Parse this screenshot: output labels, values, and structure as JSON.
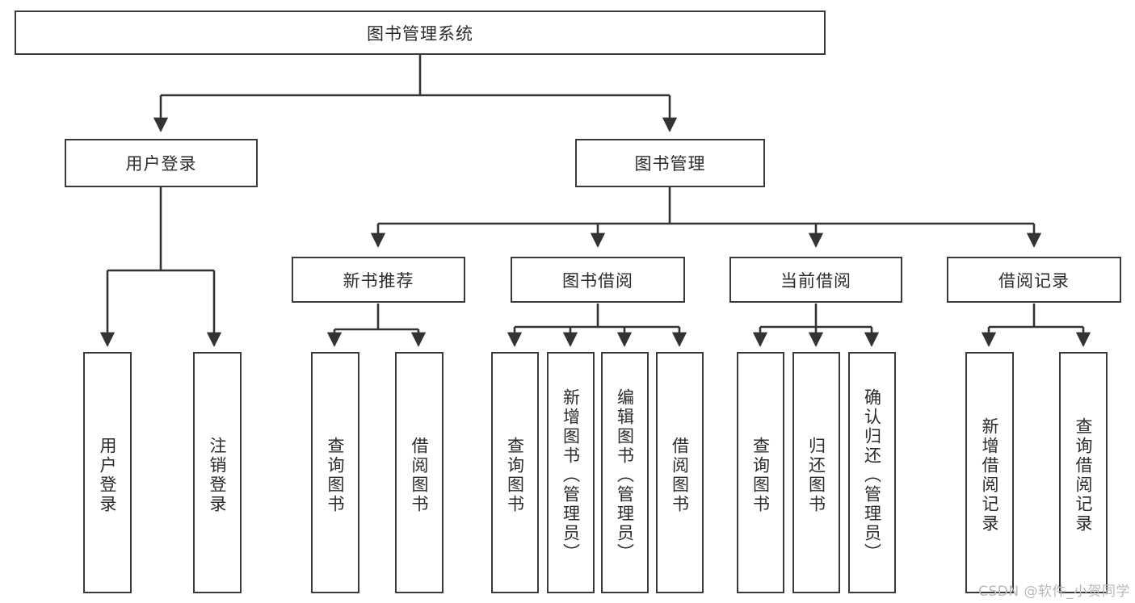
{
  "diagram": {
    "type": "tree-flowchart",
    "root": {
      "label": "图书管理系统"
    },
    "level1": [
      {
        "label": "用户登录"
      },
      {
        "label": "图书管理"
      }
    ],
    "level2": [
      {
        "label": "新书推荐"
      },
      {
        "label": "图书借阅"
      },
      {
        "label": "当前借阅"
      },
      {
        "label": "借阅记录"
      }
    ],
    "leaves": {
      "user_login": [
        {
          "label": "用户登录"
        },
        {
          "label": "注销登录"
        }
      ],
      "new_book_recommend": [
        {
          "label": "查询图书"
        },
        {
          "label": "借阅图书"
        }
      ],
      "book_borrow": [
        {
          "label": "查询图书"
        },
        {
          "label": "新增图书（管理员）"
        },
        {
          "label": "编辑图书（管理员）"
        },
        {
          "label": "借阅图书"
        }
      ],
      "current_borrow": [
        {
          "label": "查询图书"
        },
        {
          "label": "归还图书"
        },
        {
          "label": "确认归还（管理员）"
        }
      ],
      "borrow_record": [
        {
          "label": "新增借阅记录"
        },
        {
          "label": "查询借阅记录"
        }
      ]
    }
  },
  "watermark": {
    "text": "CSDN @软件_小贺同学"
  },
  "colors": {
    "box_border": "#3a3a3a",
    "box_fill": "#ffffff",
    "line": "#333333",
    "text": "#2b2b2b",
    "watermark": "#b9b9b9"
  }
}
